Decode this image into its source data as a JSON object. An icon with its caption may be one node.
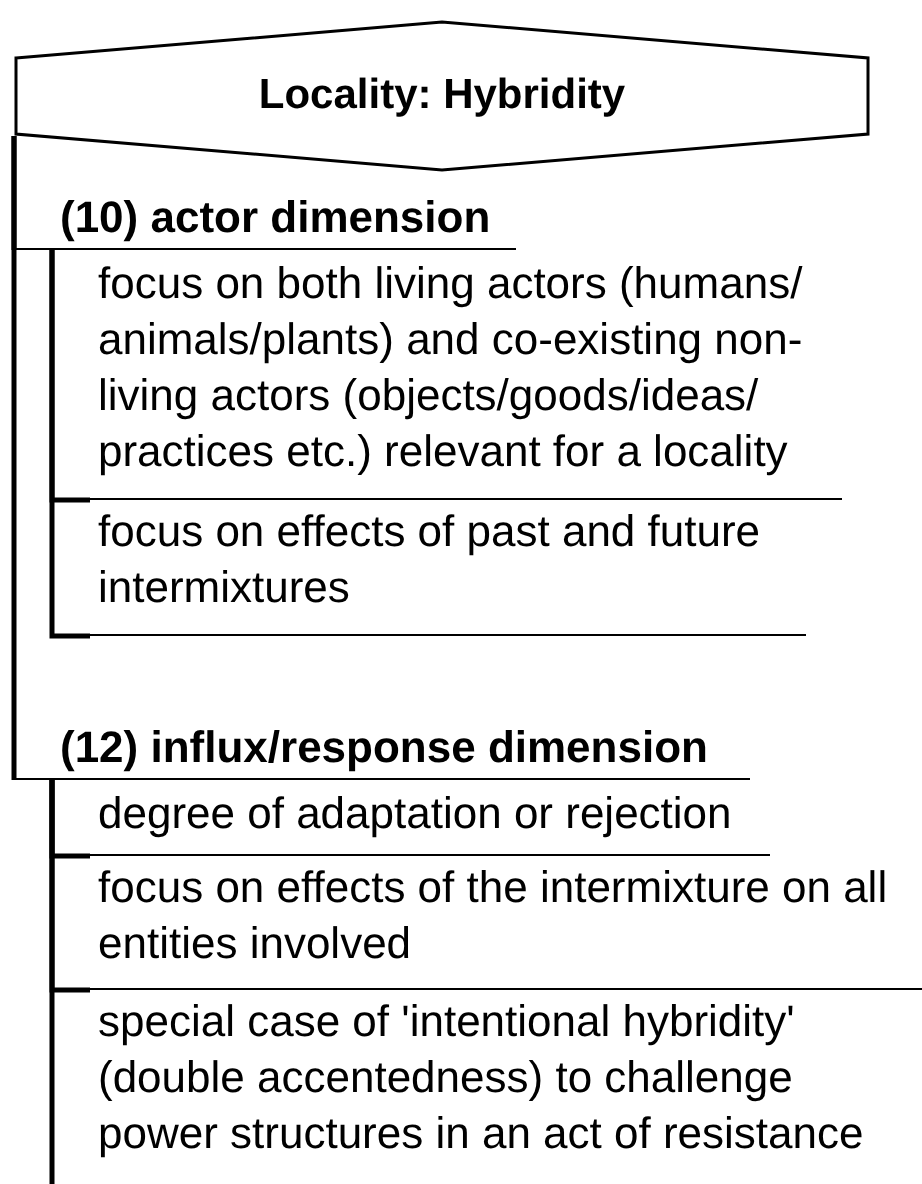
{
  "diagram": {
    "nodes": [
      {
        "text": [
          "Locality: Hybridity"
        ]
      },
      {
        "text": [
          "(10) actor dimension"
        ]
      },
      {
        "text": [
          "focus on both living actors (humans/ animals/plants) and co-existing non-living actors (objects/goods/ideas/ practices etc.) relevant for a locality"
        ]
      },
      {
        "text": [
          "focus on effects of past and future intermixtures"
        ]
      },
      {
        "text": [
          "(12) influx/response dimension"
        ]
      },
      {
        "text": [
          "degree of adaptation or rejection"
        ]
      },
      {
        "text": [
          "focus on effects of the intermixture on all entities involved"
        ]
      },
      {
        "text": [
          "special case of 'intentional hybridity' (double accentedness) to challenge power structures in an act of resistance"
        ]
      }
    ],
    "edges": [
      {
        "from": 0,
        "to": 1,
        "arrow": "none"
      },
      {
        "from": 0,
        "to": 4,
        "arrow": "none"
      },
      {
        "from": 1,
        "to": 2,
        "arrow": "none"
      },
      {
        "from": 1,
        "to": 3,
        "arrow": "none"
      },
      {
        "from": 4,
        "to": 5,
        "arrow": "none"
      },
      {
        "from": 4,
        "to": 6,
        "arrow": "none"
      },
      {
        "from": 4,
        "to": 7,
        "arrow": "none"
      }
    ]
  }
}
